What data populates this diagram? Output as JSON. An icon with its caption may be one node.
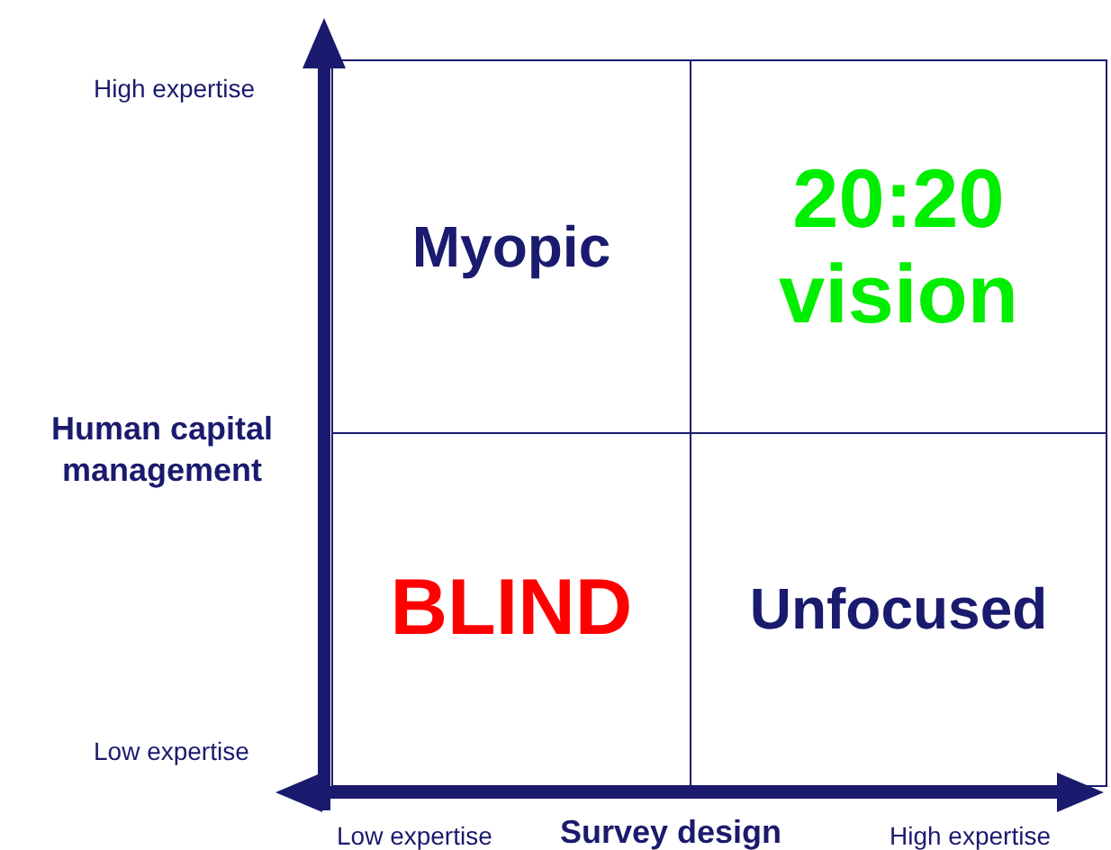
{
  "diagram": {
    "nodes": [
      {
        "text": [
          "Myopic"
        ]
      },
      {
        "text": [
          "20:20 vision"
        ]
      },
      {
        "text": [
          "BLIND"
        ]
      },
      {
        "text": [
          "Unfocused"
        ]
      }
    ],
    "labels": [
      "High expertise",
      "Human capital management",
      "Low expertise",
      "Low expertise",
      "Survey design",
      "High expertise"
    ]
  }
}
